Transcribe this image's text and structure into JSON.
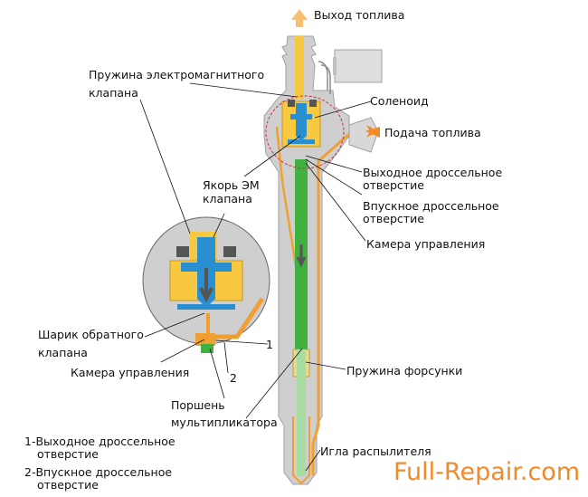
{
  "title": "Устройство форсунки Common Rail",
  "colors": {
    "body": "#c8c8c8",
    "body_dark": "#a8a8a8",
    "fuel": "#f0a030",
    "fuel_yellow": "#f7c840",
    "armature": "#2a8fd0",
    "piston": "#40b040",
    "piston_light": "#a8dca0",
    "highlight_circle": "#d03040",
    "watermark": "#f08a2a"
  },
  "labels": {
    "fuel_out": "Выход топлива",
    "valve_spring_1": "Пружина электромагнитного",
    "valve_spring_2": "клапана",
    "solenoid": "Соленоид",
    "fuel_in": "Подача топлива",
    "outlet_throttle_1": "Выходное дроссельное",
    "outlet_throttle_2": "отверстие",
    "inlet_throttle_1": "Впускное дроссельное",
    "inlet_throttle_2": "отверстие",
    "control_chamber": "Камера управления",
    "armature_1": "Якорь ЭМ",
    "armature_2": "клапана",
    "ball_valve_1": "Шарик обратного",
    "ball_valve_2": "клапана",
    "control_chamber_detail": "Камера управления",
    "marker_1": "1",
    "marker_2": "2",
    "piston_1": "Поршень",
    "piston_2": "мультипликатора",
    "nozzle_spring": "Пружина форсунки",
    "needle": "Игла распылителя",
    "legend_1a": "1-Выходное дроссельное",
    "legend_1b": "отверстие",
    "legend_2a": "2-Впускное дроссельное",
    "legend_2b": "отверстие"
  },
  "watermark": "Full-Repair.com"
}
